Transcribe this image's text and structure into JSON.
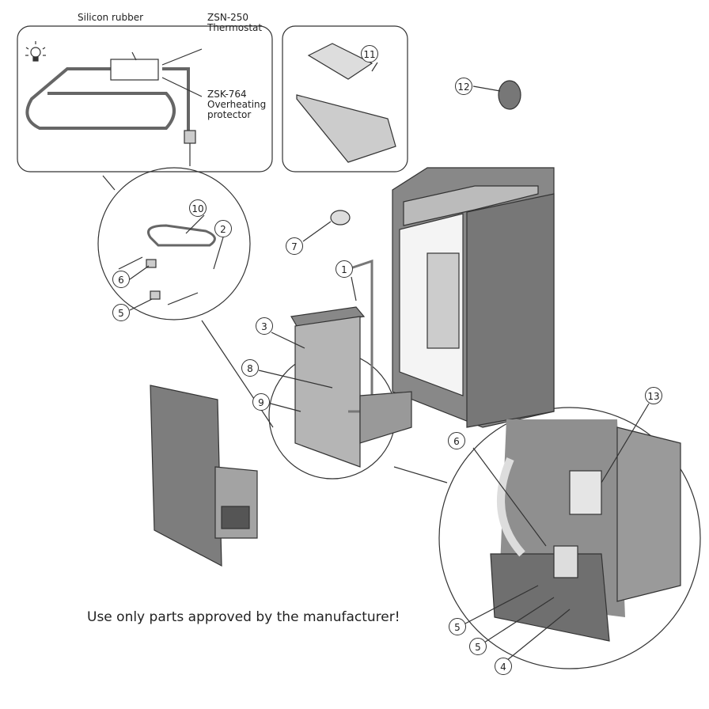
{
  "inset_heating_element": {
    "silicon_rubber": "Silicon rubber",
    "thermostat_code": "ZSN-250",
    "thermostat": "Thermostat",
    "protector_code": "ZSK-764",
    "protector_line1": "Overheating",
    "protector_line2": "protector"
  },
  "callouts": [
    "11",
    "12",
    "10",
    "2",
    "7",
    "1",
    "6",
    "5",
    "3",
    "8",
    "9",
    "13",
    "6",
    "5",
    "5",
    "4"
  ],
  "footer_note": "Use only parts approved by the manufacturer!",
  "colors": {
    "line": "#333333",
    "panel": "#8a8a8a",
    "panel_dark": "#5e5e5e",
    "panel_light": "#bdbdbd"
  }
}
